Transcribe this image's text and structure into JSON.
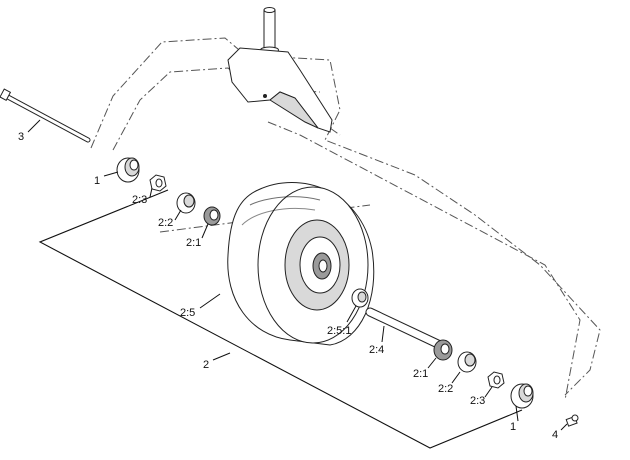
{
  "callouts": [
    {
      "id": "c3",
      "text": "3"
    },
    {
      "id": "c1a",
      "text": "1"
    },
    {
      "id": "c23a",
      "text": "2:3"
    },
    {
      "id": "c22a",
      "text": "2:2"
    },
    {
      "id": "c21a",
      "text": "2:1"
    },
    {
      "id": "c25",
      "text": "2:5"
    },
    {
      "id": "c2",
      "text": "2"
    },
    {
      "id": "c251",
      "text": "2:5:1"
    },
    {
      "id": "c24",
      "text": "2:4"
    },
    {
      "id": "c21b",
      "text": "2:1"
    },
    {
      "id": "c22b",
      "text": "2:2"
    },
    {
      "id": "c23b",
      "text": "2:3"
    },
    {
      "id": "c1b",
      "text": "1"
    },
    {
      "id": "c4",
      "text": "4"
    }
  ],
  "parts": [
    "caster-fork",
    "wheel-bolt",
    "spacer",
    "seal",
    "bearing-race",
    "tapered-bearing",
    "tire-wheel",
    "bearing-tube",
    "wheel-axle",
    "lock-nut"
  ]
}
